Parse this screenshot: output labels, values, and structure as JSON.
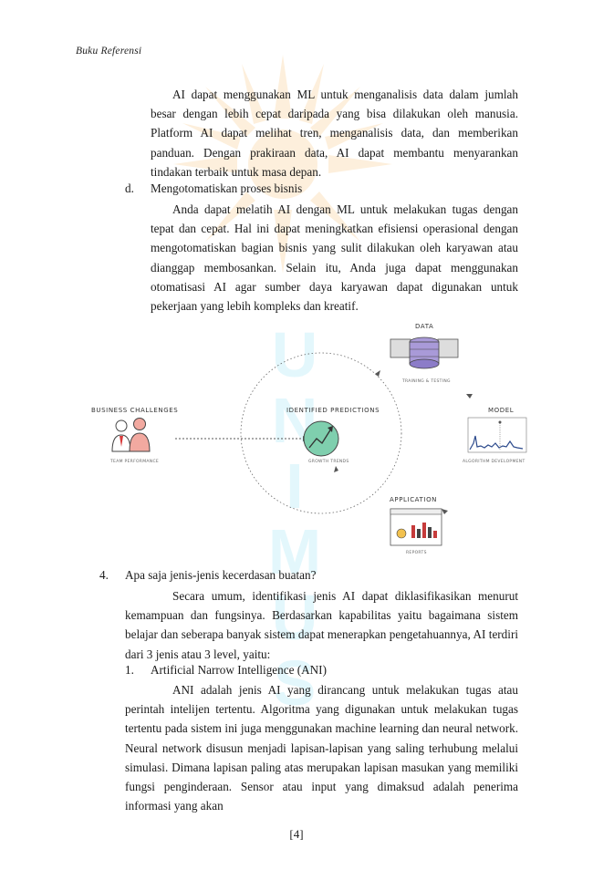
{
  "header": {
    "title": "Buku Referensi"
  },
  "watermark": {
    "text": "UNIMUS"
  },
  "paragraphs": {
    "p1": "AI dapat menggunakan ML untuk menganalisis data dalam jumlah besar dengan lebih cepat daripada yang bisa dilakukan oleh manusia. Platform AI dapat melihat tren, menganalisis data, dan memberikan panduan. Dengan prakiraan data, AI dapat membantu menyarankan tindakan terbaik untuk masa depan.",
    "d_marker": "d.",
    "d_title": "Mengotomatiskan proses bisnis",
    "p2": "Anda dapat melatih AI dengan ML untuk melakukan tugas dengan tepat dan cepat. Hal ini dapat meningkatkan efisiensi operasional dengan mengotomatiskan bagian bisnis yang sulit dilakukan oleh karyawan atau dianggap membosankan. Selain itu, Anda juga dapat menggunakan otomatisasi AI agar sumber daya karyawan dapat digunakan untuk pekerjaan yang lebih kompleks dan kreatif.",
    "q4_marker": "4.",
    "q4_title": "Apa saja jenis-jenis kecerdasan buatan?",
    "p3": "Secara umum, identifikasi jenis AI dapat diklasifikasikan menurut kemampuan dan fungsinya. Berdasarkan kapabilitas yaitu bagaimana sistem belajar dan seberapa banyak sistem dapat menerapkan pengetahuannya, AI terdiri dari 3 jenis atau 3 level, yaitu:",
    "ani_marker": "1.",
    "ani_title": "Artificial Narrow Intelligence (ANI)",
    "p4": "ANI adalah jenis AI yang dirancang untuk melakukan tugas atau perintah intelijen tertentu. Algoritma yang digunakan untuk melakukan tugas tertentu pada sistem ini juga menggunakan machine learning dan neural network. Neural network disusun menjadi lapisan-lapisan yang saling terhubung melalui simulasi. Dimana lapisan paling atas merupakan lapisan masukan yang memiliki fungsi penginderaan. Sensor atau input yang dimaksud adalah penerima informasi yang akan"
  },
  "diagram": {
    "business_label": "BUSINESS CHALLENGES",
    "business_sub": "TEAM PERFORMANCE",
    "predictions_label": "IDENTIFIED PREDICTIONS",
    "predictions_sub": "GROWTH TRENDS",
    "data_label": "DATA",
    "data_sub": "TRAINING & TESTING",
    "model_label": "MODEL",
    "model_sub": "ALGORITHM DEVELOPMENT",
    "application_label": "APPLICATION",
    "application_sub": "REPORTS"
  },
  "footer": {
    "page_number": "[4]"
  }
}
